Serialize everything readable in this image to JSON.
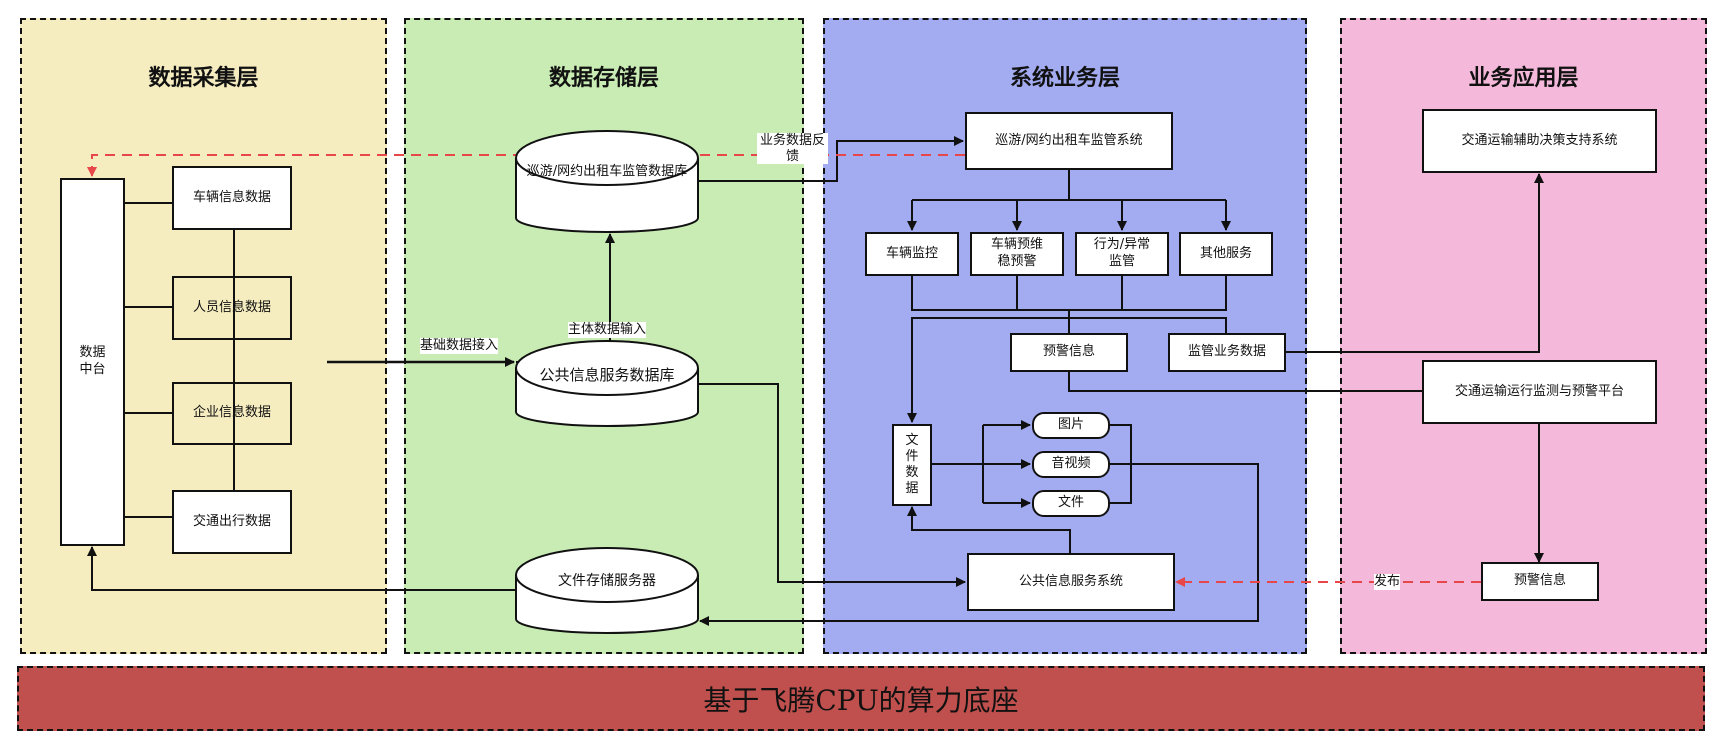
{
  "layers": {
    "collection": {
      "title": "数据采集层",
      "color": "#f5ecc0"
    },
    "storage": {
      "title": "数据存储层",
      "color": "#c9ecb4"
    },
    "system": {
      "title": "系统业务层",
      "color": "#a3acf0"
    },
    "application": {
      "title": "业务应用层",
      "color": "#f4b9da"
    }
  },
  "collection": {
    "data_platform": "数据\n中台",
    "sources": [
      "车辆信息数据",
      "人员信息数据",
      "企业信息数据",
      "交通出行数据"
    ]
  },
  "storage": {
    "taxi_db": "巡游/网约出租车监管数据库",
    "public_db": "公共信息服务数据库",
    "file_server": "文件存储服务器",
    "edge_basic_input": "基础数据接入",
    "edge_subject_input": "主体数据输入",
    "edge_feedback": "业务数据反\n馈"
  },
  "system": {
    "taxi_system": "巡游/网约出租车监管系统",
    "services": [
      "车辆监控",
      "车辆预维\n稳预警",
      "行为/异常\n监管",
      "其他服务"
    ],
    "warning_info": "预警信息",
    "regulatory_data": "监管业务数据",
    "file_data": "文\n件\n数\n据",
    "file_types": [
      "图片",
      "音视频",
      "文件"
    ],
    "public_service": "公共信息服务系统"
  },
  "application": {
    "decision_system": "交通运输辅助决策支持系统",
    "monitor_platform": "交通运输运行监测与预警平台",
    "warning_info": "预警信息",
    "edge_publish": "发布"
  },
  "foundation": {
    "label": "基于飞腾CPU的算力底座",
    "color": "#c0504d"
  },
  "colors": {
    "feedback_line": "#e8474a",
    "line": "#111111"
  }
}
